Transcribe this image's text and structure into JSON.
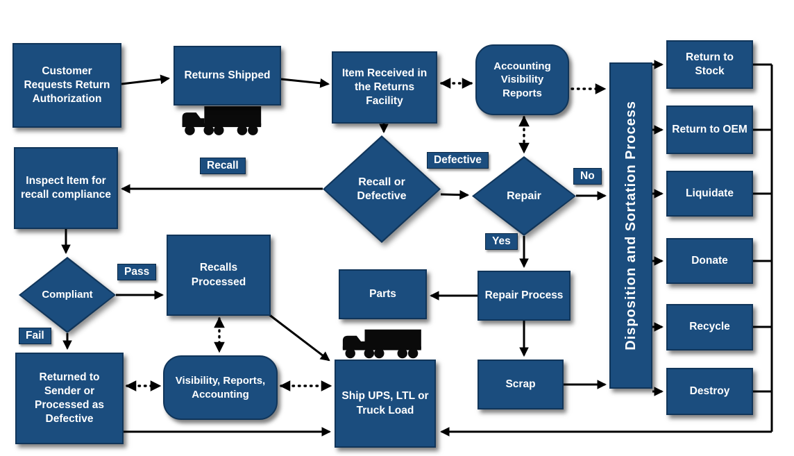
{
  "diagram": {
    "background_color": "#ffffff",
    "node_fill_color": "#1b4d7e",
    "node_border_color": "#10355a",
    "node_text_color": "#ffffff",
    "arrow_color": "#000000",
    "nodes": {
      "customer_request": "Customer Requests Return Authorization",
      "returns_shipped": "Returns Shipped",
      "item_received": "Item Received in the Returns Facility",
      "accounting_visibility": "Accounting Visibility Reports",
      "recall_or_defective": "Recall or Defective",
      "repair": "Repair",
      "inspect_item": "Inspect Item for recall compliance",
      "compliant": "Compliant",
      "recalls_processed": "Recalls Processed",
      "parts": "Parts",
      "repair_process": "Repair Process",
      "scrap": "Scrap",
      "returned_to_sender": "Returned to Sender or Processed as Defective",
      "visibility_reports": "Visibility, Reports, Accounting",
      "ship_ups": "Ship UPS, LTL or Truck Load",
      "disposition_bar": "Disposition and Sortation Process",
      "return_to_stock": "Return to Stock",
      "return_to_oem": "Return to OEM",
      "liquidate": "Liquidate",
      "donate": "Donate",
      "recycle": "Recycle",
      "destroy": "Destroy"
    },
    "edge_labels": {
      "recall": "Recall",
      "defective": "Defective",
      "no": "No",
      "yes": "Yes",
      "pass": "Pass",
      "fail": "Fail"
    },
    "icons": {
      "truck_after_shipping": "truck-icon",
      "truck_before_ship_out": "truck-icon"
    }
  }
}
